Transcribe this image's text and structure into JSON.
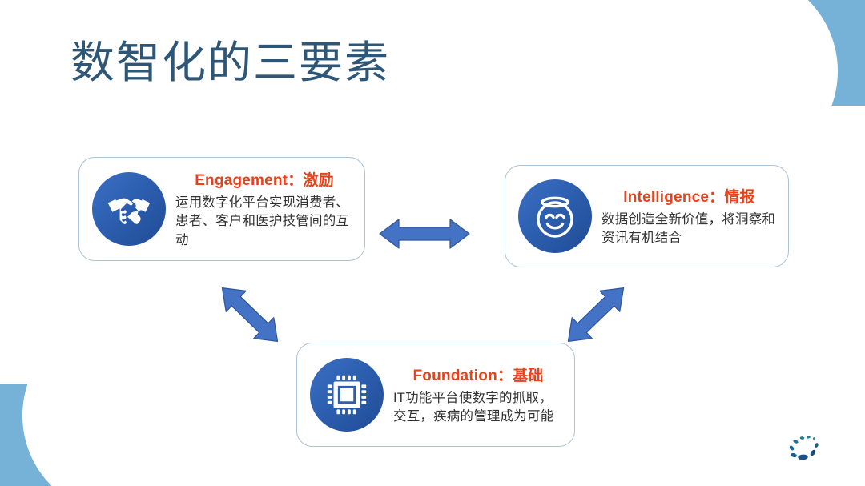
{
  "slide": {
    "title": "数智化的三要素",
    "title_color": "#2e5676",
    "accent_color": "#e8411d",
    "icon_circle_color": "#2d5fb0",
    "arrow_color": "#4472c4",
    "corner_decoration_color": "#76b2d7",
    "card_border_color": "#aac3d6",
    "background_color": "#ffffff"
  },
  "cards": [
    {
      "id": "engagement",
      "heading": "Engagement：激励",
      "text": "运用数字化平台实现消费者、患者、客户和医护技管间的互动",
      "icon": "handshake-icon"
    },
    {
      "id": "intelligence",
      "heading": "Intelligence：情报",
      "text": "数据创造全新价值，将洞察和资讯有机结合",
      "icon": "smiley-halo-icon"
    },
    {
      "id": "foundation",
      "heading": "Foundation：基础",
      "text": "IT功能平台使数字的抓取，交互，疾病的管理成为可能",
      "icon": "cpu-chip-icon"
    }
  ],
  "connectors": [
    {
      "id": "engagement-intelligence",
      "name": "double-arrow-horizontal"
    },
    {
      "id": "engagement-foundation",
      "name": "double-arrow-diagonal-left"
    },
    {
      "id": "intelligence-foundation",
      "name": "double-arrow-diagonal-right"
    }
  ],
  "logo": {
    "name": "dotted-spiral-logo",
    "colors": [
      "#1a8fa0",
      "#1b7f9c",
      "#1c6e95",
      "#1d5d8d",
      "#1e4d84"
    ]
  }
}
